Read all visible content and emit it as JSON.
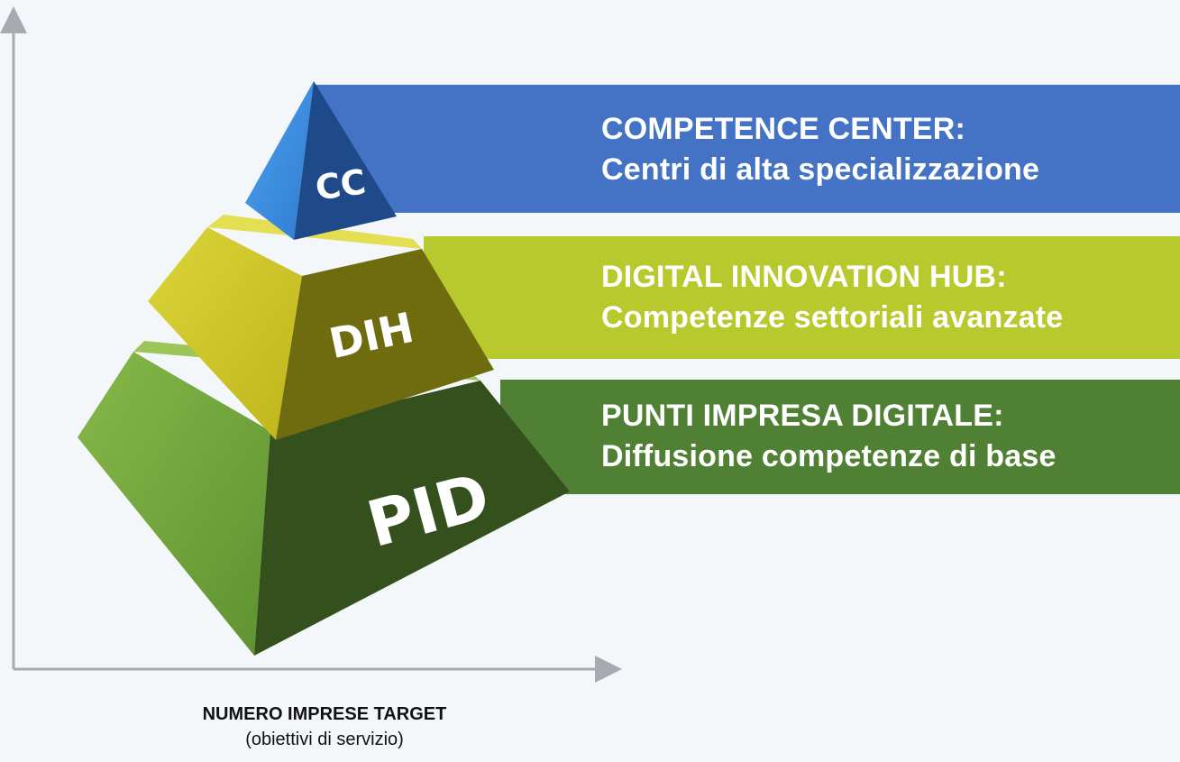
{
  "pyramid": {
    "levels": [
      {
        "abbr": "CC",
        "title": "COMPETENCE CENTER:",
        "subtitle": "Centri di alta specializzazione",
        "band_color": "#4472c4",
        "face_light": "#3b86dd",
        "face_dark": "#1e4a8a"
      },
      {
        "abbr": "DIH",
        "title": "DIGITAL INNOVATION HUB:",
        "subtitle": "Competenze settoriali avanzate",
        "band_color": "#b7c92d",
        "face_light": "#c5c21a",
        "face_dark": "#6f6c10"
      },
      {
        "abbr": "PID",
        "title": "PUNTI IMPRESA DIGITALE:",
        "subtitle": "Diffusione competenze di base",
        "band_color": "#4f8033",
        "face_light": "#6fa23a",
        "face_dark": "#34501d"
      }
    ]
  },
  "axis": {
    "x_label_line1": "NUMERO IMPRESE TARGET",
    "x_label_line2": "(obiettivi di servizio)"
  }
}
